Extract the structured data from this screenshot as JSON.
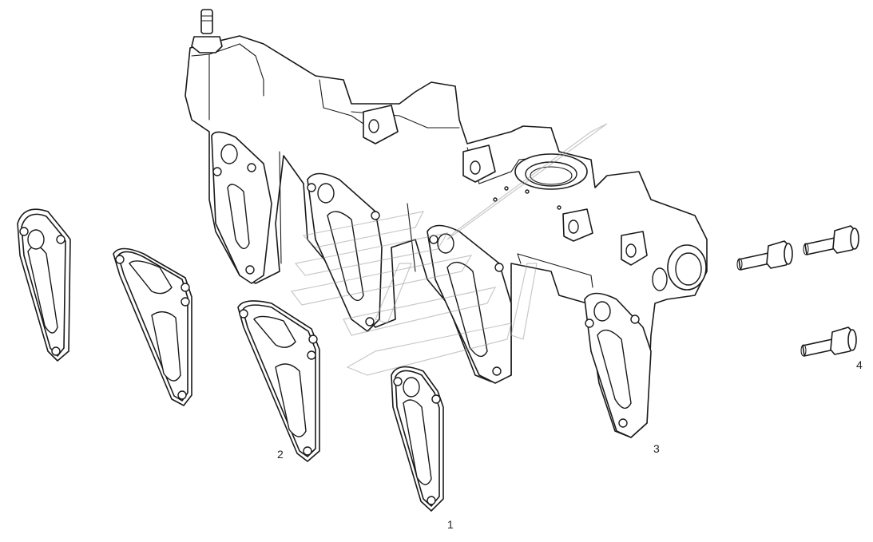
{
  "diagram": {
    "callouts": [
      {
        "id": "1",
        "text": "1"
      },
      {
        "id": "2",
        "text": "2"
      },
      {
        "id": "3",
        "text": "3"
      },
      {
        "id": "4",
        "text": "4"
      }
    ],
    "line_color": "#1a1a1a",
    "background": "#ffffff"
  }
}
